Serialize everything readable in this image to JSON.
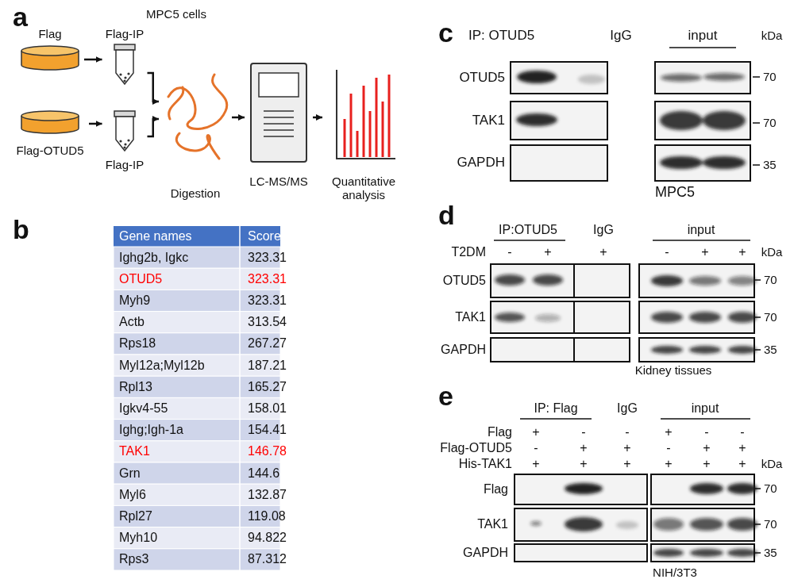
{
  "diagram": {
    "nodes": [
      {
        "text": [
          "Flag"
        ]
      },
      {
        "text": [
          "Flag-IP"
        ]
      },
      {
        "text": [
          "Flag-OTUD5"
        ]
      },
      {
        "text": [
          "Flag-IP"
        ]
      },
      {
        "text": [
          "Digestion"
        ]
      },
      {
        "text": [
          "LC-MS/MS"
        ]
      },
      {
        "text": [
          "Quantitative analysis"
        ]
      }
    ],
    "edges": [
      {
        "from": 0,
        "to": 1,
        "arrow": "to"
      },
      {
        "from": 2,
        "to": 3,
        "arrow": "to"
      },
      {
        "from": 1,
        "to": 4,
        "arrow": "to"
      },
      {
        "from": 3,
        "to": 4,
        "arrow": "to"
      },
      {
        "from": 4,
        "to": 5,
        "arrow": "to"
      },
      {
        "from": 5,
        "to": 6,
        "arrow": "to"
      }
    ],
    "labels": [
      "MPC5 cells",
      "a",
      "b",
      "Gene names",
      "Score",
      "Ighg2b, Igkc",
      "323.31",
      "OTUD5",
      "323.31",
      "Myh9",
      "323.31",
      "Actb",
      "313.54",
      "Rps18",
      "267.27",
      "Myl12a;Myl12b",
      "187.21",
      "Rpl13",
      "165.27",
      "Igkv4-55",
      "158.01",
      "Ighg;Igh-1a",
      "154.41",
      "TAK1",
      "146.78",
      "Grn",
      "144.6",
      "Myl6",
      "132.87",
      "Rpl27",
      "119.08",
      "Myh10",
      "94.822",
      "Rps3",
      "87.312",
      "c",
      "IP: OTUD5",
      "IgG",
      "input",
      "kDa",
      "OTUD5",
      "TAK1",
      "GAPDH",
      "70",
      "70",
      "35",
      "MPC5",
      "d",
      "IP:OTUD5",
      "IgG",
      "input",
      "T2DM",
      "-",
      "+",
      "+",
      "-",
      "+",
      "+",
      "kDa",
      "OTUD5",
      "TAK1",
      "GAPDH",
      "70",
      "70",
      "35",
      "Kidney tissues",
      "e",
      "IP: Flag",
      "IgG",
      "input",
      "Flag",
      "+",
      "-",
      "-",
      "+",
      "-",
      "-",
      "Flag-OTUD5",
      "-",
      "+",
      "+",
      "-",
      "+",
      "+",
      "His-TAK1",
      "+",
      "+",
      "+",
      "+",
      "+",
      "+",
      "kDa",
      "Flag",
      "TAK1",
      "GAPDH",
      "70",
      "70",
      "35",
      "NIH/3T3"
    ]
  }
}
